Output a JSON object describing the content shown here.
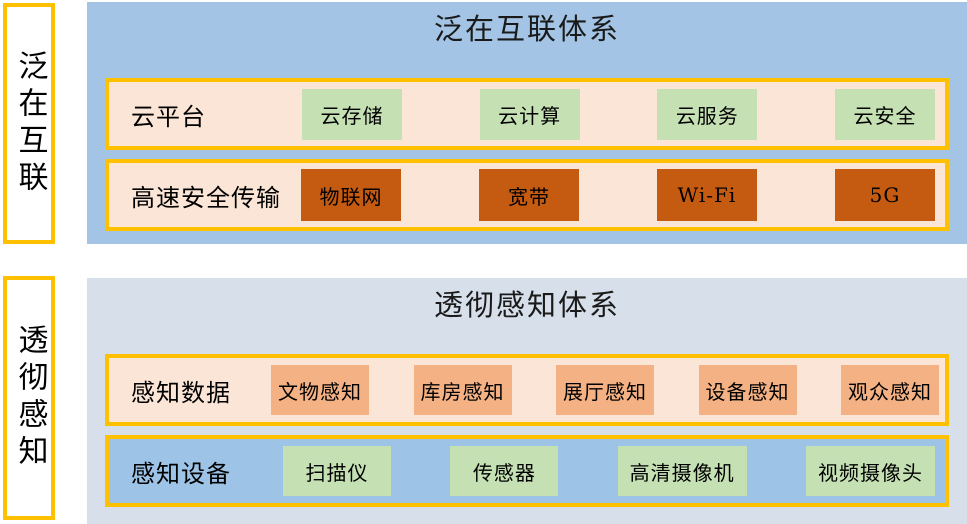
{
  "sections": [
    {
      "side_label": "泛在互联",
      "title": "泛在互联体系",
      "panel_color": "#A3C4E4",
      "rows": [
        {
          "label": "云平台",
          "row_color": "#FBE5D6",
          "chip_style": "chip-green",
          "chip_color": "#C5E0B3",
          "chips": [
            "云存储",
            "云计算",
            "云服务",
            "云安全"
          ]
        },
        {
          "label": "高速安全传输",
          "row_color": "#FBE5D6",
          "chip_style": "chip-dkorng",
          "chip_color": "#C55A11",
          "chips": [
            "物联网",
            "宽带",
            "Wi-Fi",
            "5G"
          ]
        }
      ]
    },
    {
      "side_label": "透彻感知",
      "title": "透彻感知体系",
      "panel_color": "#D7E0EA",
      "rows": [
        {
          "label": "感知数据",
          "row_color": "#FBE5D6",
          "chip_style": "chip-ltorng",
          "chip_color": "#F4B183",
          "chips": [
            "文物感知",
            "库房感知",
            "展厅感知",
            "设备感知",
            "观众感知"
          ]
        },
        {
          "label": "感知设备",
          "row_color": "#9DC3E6",
          "chip_style": "chip-green",
          "chip_color": "#C5E0B3",
          "chips": [
            "扫描仪",
            "传感器",
            "高清摄像机",
            "视频摄像头"
          ]
        }
      ]
    }
  ],
  "colors": {
    "border_yellow": "#FFC000",
    "panel_blue": "#A3C4E4",
    "panel_light_blue": "#D7E0EA",
    "peach": "#FBE5D6",
    "green": "#C5E0B3",
    "dark_orange": "#C55A11",
    "light_orange": "#F4B183"
  }
}
